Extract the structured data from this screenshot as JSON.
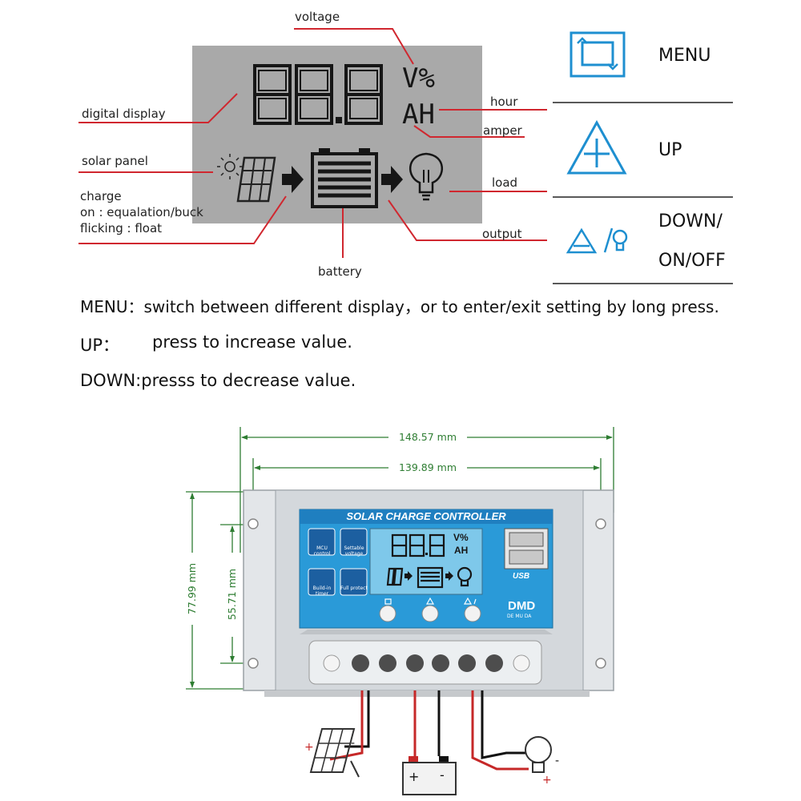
{
  "lcd": {
    "digits": "88.8",
    "unit_top": "V%",
    "unit_bottom": "AH"
  },
  "callouts": {
    "voltage": "voltage",
    "digital_display": "digital display",
    "hour": "hour",
    "amper": "amper",
    "solar_panel": "solar panel",
    "load": "load",
    "charge_line1": "charge",
    "charge_line2": "on : equalation/buck",
    "charge_line3": "flicking : float",
    "output": "output",
    "battery": "battery"
  },
  "buttons": {
    "menu": "MENU",
    "up": "UP",
    "down_line1": "DOWN/",
    "down_line2": "ON/OFF"
  },
  "descriptions": {
    "menu": "MENU：switch between different display，or to enter/exit setting by long press.",
    "up_key": "UP：",
    "up_text": "press to increase value.",
    "down": "DOWN:presss to decrease value."
  },
  "dimensions": {
    "outer_width": "148.57 mm",
    "inner_width": "139.89 mm",
    "outer_height": "77.99 mm",
    "inner_height": "55.71 mm"
  },
  "device": {
    "title": "SOLAR CHARGE CONTROLLER",
    "digits": "88.8",
    "unit_top": "V%",
    "unit_bottom": "AH",
    "feature_mcu": "MCU control",
    "feature_settable": "Settable voltage",
    "feature_timer": "Build-in timer",
    "feature_protect": "Full protect",
    "usb": "USB",
    "brand": "DMD",
    "brand_sub": "DE MU DA"
  },
  "wiring": {
    "plus": "+",
    "minus": "-"
  },
  "colors": {
    "lcd_bg": "#a9a9a9",
    "segment": "#161616",
    "callout_line": "#d0272f",
    "button_icon": "#1e8fd0",
    "dimension": "#2e7d32",
    "device_panel": "#2a9ad8",
    "device_lcd": "#7ec8ea",
    "device_body": "#dadde0"
  }
}
